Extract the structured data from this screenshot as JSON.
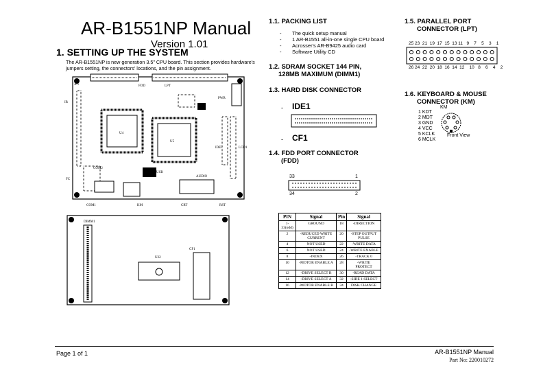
{
  "header": {
    "title": "AR-B1551NP Manual",
    "version": "Version 1.01",
    "section": "1.  SETTING UP THE SYSTEM",
    "intro": "The AR-B1551NP is new generation 3.5\" CPU board. This section provides hardware's jumpers setting, the connectors' locations, and the pin assignment."
  },
  "packing": {
    "heading": "1.1. PACKING LIST",
    "items": [
      "The quick setup manual",
      "1 AR-B1551 all-in-one single CPU board",
      "Acrosser's AR-B9425 audio card",
      "Software Utility CD"
    ]
  },
  "sdram": {
    "heading_line1": "1.2. SDRAM SOCKET 144 PIN,",
    "heading_line2": "128MB MAXIMUM (DIMM1)"
  },
  "hdd": {
    "heading": "1.3. HARD DISK CONNECTOR",
    "dash1": "-",
    "ide1": "IDE1",
    "dash2": "-",
    "cf1": "CF1"
  },
  "fdd": {
    "heading_line1": "1.4. FDD PORT CONNECTOR",
    "heading_line2": "(FDD)",
    "pin_top_left": "33",
    "pin_top_right": "1",
    "pin_bottom_left": "34",
    "pin_bottom_right": "2"
  },
  "lpt": {
    "heading_line1": "1.5. PARALLEL PORT",
    "heading_line2": "CONNECTOR (LPT)",
    "top_numbers": "25 23  21  19  17  15  13 11   9    7    5    3    1",
    "bottom_numbers": "26 24  22  20  18  16  14  12    10   8    6    4    2"
  },
  "km": {
    "heading_line1": "1.6. KEYBOARD & MOUSE",
    "heading_line2": "CONNECTOR (KM)",
    "label": "KM",
    "pins": [
      "1  KDT",
      "2  MDT",
      "3  GND",
      "4  VCC",
      "5  KCLK",
      "6  MCLK"
    ],
    "front_view": "Front View"
  },
  "fdd_table": {
    "headers": [
      "PIN",
      "Signal",
      "Pin",
      "Signal"
    ],
    "rows": [
      [
        "1-33(odd)",
        "GROUND",
        "18",
        "-DIRECTION"
      ],
      [
        "2",
        "-REDUCED WRITE CURRENT",
        "20",
        "-STEP OUTPUT PULSE"
      ],
      [
        "4",
        "NOT USED",
        "22",
        "-WRITE DATA"
      ],
      [
        "6",
        "NOT USED",
        "24",
        "-WRITE ENABLE"
      ],
      [
        "8",
        "-INDEX",
        "26",
        "-TRACK 0"
      ],
      [
        "10",
        "-MOTOR ENABLE A",
        "28",
        "-WRITE PROTECT"
      ],
      [
        "12",
        "-DRIVE SELECT B",
        "30",
        "-READ DATA"
      ],
      [
        "14",
        "-DRIVE SELECT A",
        "32",
        "-SIDE 1 SELECT"
      ],
      [
        "16",
        "-MOTOR ENABLE B",
        "34",
        "DISK CHANGE"
      ]
    ]
  },
  "board1": {
    "labels": {
      "u4": "U4",
      "u5": "U5",
      "lpt": "LPT",
      "fdd": "FDD",
      "pwr": "PWR",
      "lcd": "LCD1",
      "ide": "IDE1",
      "com1": "COM1",
      "com2": "COM2",
      "km": "KM",
      "crt": "CRT",
      "usb": "USB",
      "audio": "AUDIO",
      "rst": "RST",
      "jp1": "JP1",
      "ir": "IR",
      "fc": "FC"
    }
  },
  "board2": {
    "labels": {
      "dimm": "DIMM1",
      "u22": "U22",
      "cf1": "CF1"
    }
  },
  "footer": {
    "page": "Page 1 of 1",
    "manual": "AR-B1551NP Manual",
    "part": "Part No: 220010272"
  }
}
